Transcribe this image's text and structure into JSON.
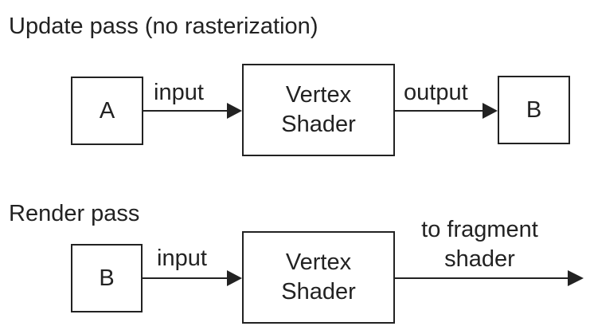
{
  "update_pass": {
    "title": "Update pass (no rasterization)",
    "node_a": "A",
    "input_label": "input",
    "shader_line1": "Vertex",
    "shader_line2": "Shader",
    "output_label": "output",
    "node_b": "B"
  },
  "render_pass": {
    "title": "Render pass",
    "node_b": "B",
    "input_label": "input",
    "shader_line1": "Vertex",
    "shader_line2": "Shader",
    "out_line1": "to fragment",
    "out_line2": "shader"
  },
  "colors": {
    "stroke": "#222222",
    "background": "#ffffff"
  }
}
